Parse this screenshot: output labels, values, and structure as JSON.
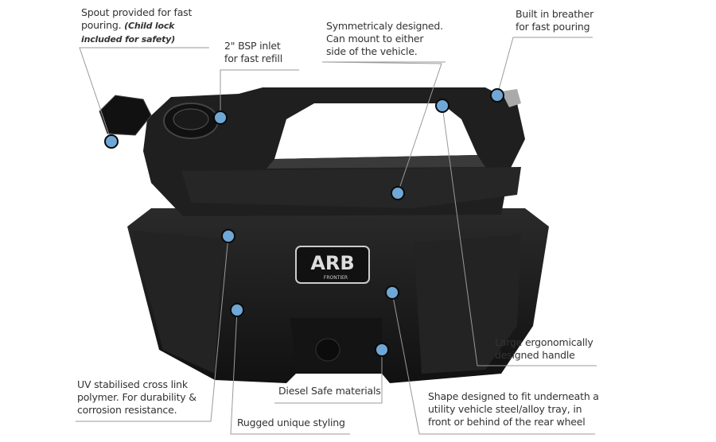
{
  "colors": {
    "dot": "#6fa8d6",
    "line": "#9a9a9a",
    "body": "#1c1c1c"
  },
  "logo": {
    "brand": "ARB",
    "sub": "FRONTIER"
  },
  "callouts": {
    "spout": {
      "text": "Spout provided for fast pouring.",
      "note": "(Child lock included for safety)"
    },
    "inlet": {
      "text": "2\" BSP inlet for fast refill"
    },
    "symmetric": {
      "text": "Symmetricaly designed. Can mount to either side of the vehicle."
    },
    "breather": {
      "text": "Built in breather for fast pouring"
    },
    "handle": {
      "text": "Large ergonomically designed handle"
    },
    "uv": {
      "text": "UV stabilised cross link polymer. For durability & corrosion resistance."
    },
    "rugged": {
      "text": "Rugged unique styling"
    },
    "diesel": {
      "text": "Diesel Safe materials"
    },
    "shape": {
      "text": "Shape designed to fit underneath a utility vehicle steel/alloy tray, in front or behind of the rear wheel"
    }
  }
}
